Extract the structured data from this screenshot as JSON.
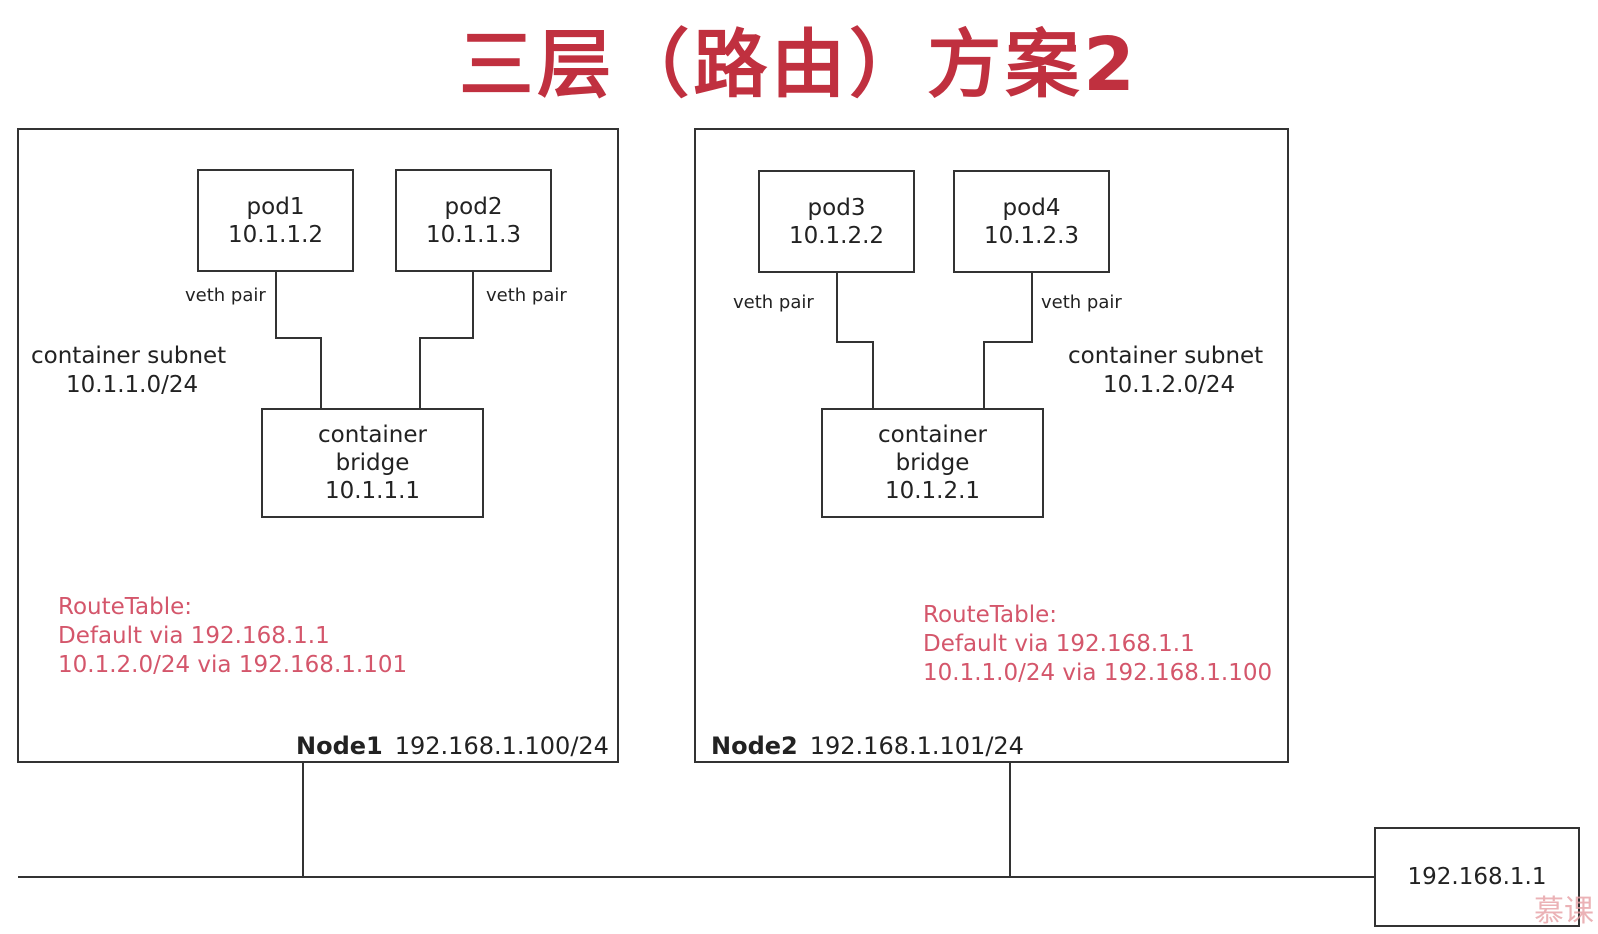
{
  "title": "三层（路由）方案2",
  "nodes": [
    {
      "name": "Node1",
      "ip": "192.168.1.100/24",
      "subnet_label": "container subnet",
      "subnet": "10.1.1.0/24",
      "pods": [
        {
          "name": "pod1",
          "ip": "10.1.1.2",
          "link_label": "veth pair"
        },
        {
          "name": "pod2",
          "ip": "10.1.1.3",
          "link_label": "veth pair"
        }
      ],
      "bridge": {
        "line1": "container",
        "line2": "bridge",
        "ip": "10.1.1.1"
      },
      "route_table": {
        "header": "RouteTable:",
        "lines": [
          "Default via 192.168.1.1",
          "10.1.2.0/24 via 192.168.1.101"
        ]
      }
    },
    {
      "name": "Node2",
      "ip": "192.168.1.101/24",
      "subnet_label": "container subnet",
      "subnet": "10.1.2.0/24",
      "pods": [
        {
          "name": "pod3",
          "ip": "10.1.2.2",
          "link_label": "veth pair"
        },
        {
          "name": "pod4",
          "ip": "10.1.2.3",
          "link_label": "veth pair"
        }
      ],
      "bridge": {
        "line1": "container",
        "line2": "bridge",
        "ip": "10.1.2.1"
      },
      "route_table": {
        "header": "RouteTable:",
        "lines": [
          "Default via 192.168.1.1",
          "10.1.1.0/24 via 192.168.1.100"
        ]
      }
    }
  ],
  "gateway": {
    "ip": "192.168.1.1"
  },
  "watermark": "慕课",
  "colors": {
    "title": "#c0303f",
    "route": "#d4566b",
    "line": "#333333"
  }
}
